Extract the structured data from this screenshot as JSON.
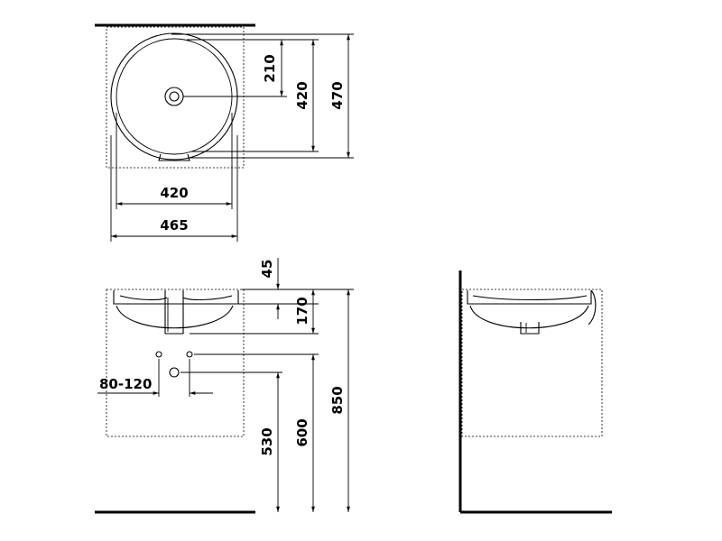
{
  "top_view": {
    "dims": {
      "bowl_width": "420",
      "outer_width": "465",
      "drain_offset": "210",
      "bowl_depth": "420",
      "outer_depth": "470"
    }
  },
  "front_view": {
    "dims": {
      "rim_height": "45",
      "bowl_height": "170",
      "pipe_spacing": "80-120",
      "water_inlet_height": "530",
      "drain_height": "600",
      "total_height": "850"
    }
  },
  "side_view": {}
}
